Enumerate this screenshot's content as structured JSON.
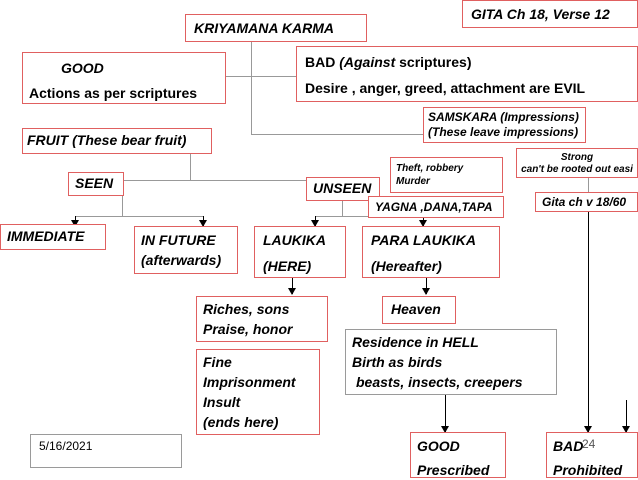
{
  "title": "GITA Ch 18, Verse 12",
  "root": "KRIYAMANA KARMA",
  "good": {
    "label": "GOOD",
    "desc": "Actions as per scriptures"
  },
  "bad": {
    "label": "BAD",
    "qualifier": "(Against",
    "qualifier_rest": "scriptures)",
    "desc": "Desire , anger, greed, attachment are EVIL"
  },
  "samskara": {
    "line1": "SAMSKARA (Impressions)",
    "line2": "(These leave impressions)"
  },
  "strong": {
    "line1": "Strong",
    "line2": "can't be rooted out easi"
  },
  "fruit": "FRUIT (These bear fruit)",
  "theft": {
    "line1": "Theft, robbery",
    "line2": "Murder"
  },
  "gita_ref": "Gita ch v 18/60",
  "seen": "SEEN",
  "unseen": "UNSEEN",
  "yagna": "YAGNA ,DANA,TAPA",
  "immediate": "IMMEDIATE",
  "in_future": {
    "line1": "IN FUTURE",
    "line2": "(afterwards)"
  },
  "laukika": {
    "line1": "LAUKIKA",
    "line2": "(HERE)"
  },
  "para_laukika": {
    "line1": "PARA LAUKIKA",
    "line2": "(Hereafter)"
  },
  "riches": {
    "line1": "Riches, sons",
    "line2": "Praise, honor"
  },
  "heaven": "Heaven",
  "fine": {
    "line1": "Fine",
    "line2": "Imprisonment",
    "line3": "Insult",
    "line4": "(ends here)"
  },
  "hell": {
    "line1": "Residence in HELL",
    "line2": "Birth as birds",
    "line3": "beasts, insects, creepers"
  },
  "footer": {
    "date": "5/16/2021",
    "page": "24"
  },
  "good_bottom": {
    "line1": "GOOD",
    "line2": "Prescribed"
  },
  "bad_bottom": {
    "line1": "BAD",
    "line2": "Prohibited"
  }
}
